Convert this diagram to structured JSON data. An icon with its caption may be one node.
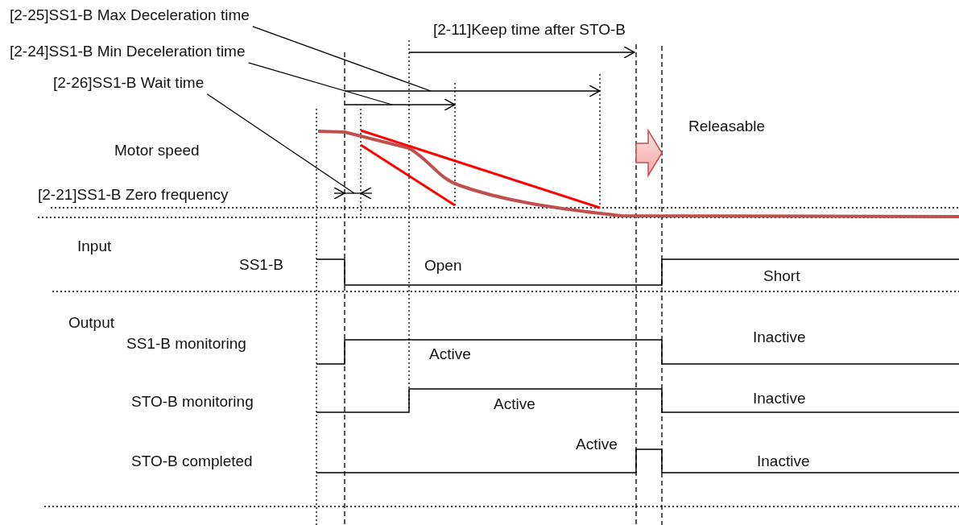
{
  "diagram": {
    "nodes": [
      {
        "text": [
          "[2-25]SS1-B Max Deceleration time"
        ]
      },
      {
        "text": [
          "[2-24]SS1-B Min Deceleration time"
        ]
      },
      {
        "text": [
          "[2-26]SS1-B Wait time"
        ]
      }
    ],
    "edges": [
      {
        "from": 0,
        "to": null,
        "arrow": "none"
      },
      {
        "from": 1,
        "to": null,
        "arrow": "none"
      },
      {
        "from": 2,
        "to": null,
        "arrow": "none"
      }
    ],
    "labels": [
      "[2-11]Keep time after STO-B",
      "Releasable",
      "Motor speed",
      "[2-21]SS1-B Zero frequency",
      "Input",
      "SS1-B",
      "Open",
      "Short",
      "Output",
      "SS1-B monitoring",
      "Inactive",
      "Active",
      "STO-B monitoring",
      "Active",
      "Inactive",
      "Active",
      "STO-B completed",
      "Inactive"
    ]
  }
}
